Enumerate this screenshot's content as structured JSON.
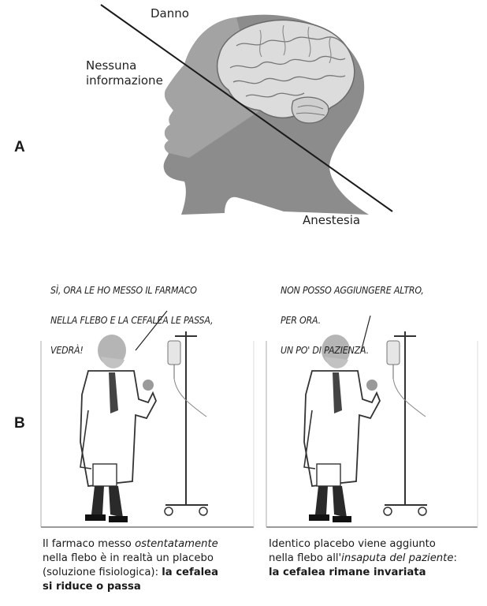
{
  "panel_a": {
    "letter": "A",
    "label_top": "Danno",
    "label_left_line1": "Nessuna",
    "label_left_line2": "informazione",
    "label_bottom": "Anestesia"
  },
  "panel_b": {
    "letter": "B",
    "left": {
      "bubble_line1": "SÌ, ORA LE HO MESSO IL FARMACO",
      "bubble_line2": "NELLA FLEBO E LA CEFALEA LE PASSA,",
      "bubble_line3": "VEDRÀ!",
      "caption_line1_a": "Il farmaco messo ",
      "caption_line1_b": "ostentatamente",
      "caption_line2": "nella flebo è in realtà un placebo",
      "caption_line3_a": "(soluzione fisiologica): ",
      "caption_line3_b": "la cefalea",
      "caption_line4": "si riduce o passa"
    },
    "right": {
      "bubble_line1": "NON POSSO AGGIUNGERE ALTRO,",
      "bubble_line2": "PER ORA.",
      "bubble_line3": "UN PO' DI PAZIENZA.",
      "caption_line1": "Identico placebo viene aggiunto",
      "caption_line2_a": "nella flebo all'",
      "caption_line2_b": "insaputa del paziente",
      "caption_line2_c": ":",
      "caption_line3": "la cefalea rimane invariata"
    }
  },
  "colors": {
    "head_gray": "#8a8a8a",
    "head_light": "#a8a8a8",
    "brain_gray": "#d8d8d8",
    "line": "#1a1a1a"
  }
}
